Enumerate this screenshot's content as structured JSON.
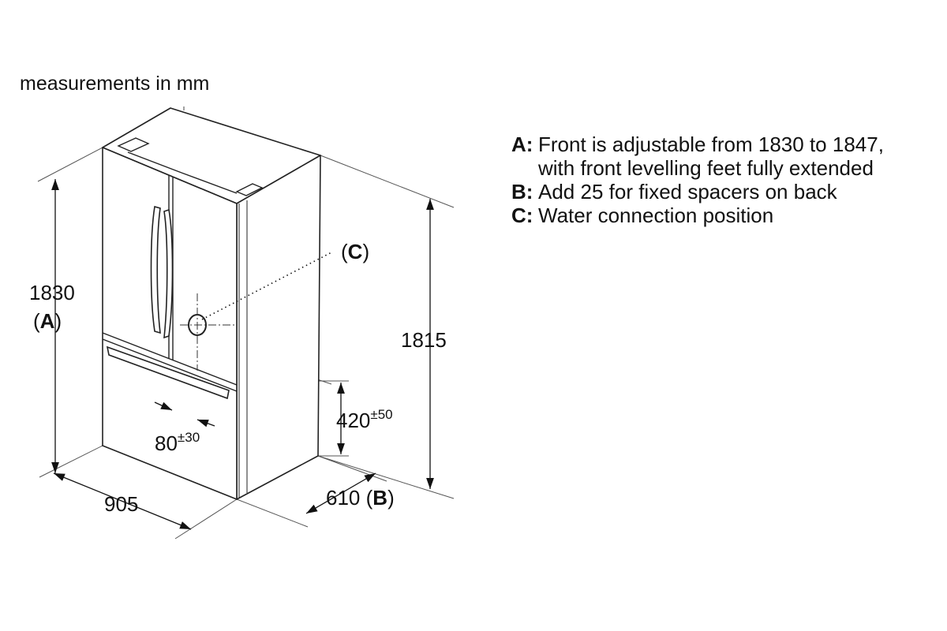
{
  "title": "measurements in mm",
  "legend": [
    {
      "key": "A:",
      "lines": [
        "Front is adjustable from 1830 to 1847,",
        "with front levelling feet fully extended"
      ]
    },
    {
      "key": "B:",
      "lines": [
        "Add 25 for fixed spacers on back"
      ]
    },
    {
      "key": "C:",
      "lines": [
        "Water connection position"
      ]
    }
  ],
  "dimensions": {
    "height_front": "1830",
    "height_front_ref": "A",
    "height_rear": "1815",
    "width": "905",
    "depth": "610",
    "depth_ref": "B",
    "water_height": "420",
    "water_height_tol": "±50",
    "water_offset": "80",
    "water_offset_tol": "±30",
    "water_label": "C"
  }
}
